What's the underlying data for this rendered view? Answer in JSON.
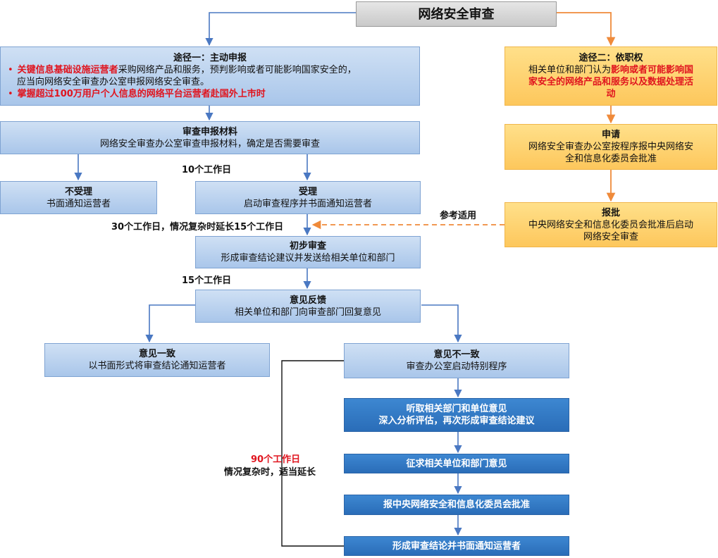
{
  "title": "网络安全审查",
  "route1": {
    "title": "途径一：主动申报",
    "b1_red": "关键信息基础设施运营者",
    "b1_rest": "采购网络产品和服务，预判影响或者可能影响国家安全的，",
    "b1_cont": "应当向网络安全审查办公室申报网络安全审查。",
    "b2_red": "掌握超过100万用户个人信息的网络平台运营者赴国外上市时"
  },
  "review_materials": {
    "title": "审查申报材料",
    "desc": "网络安全审查办公室审查申报材料，确定是否需要审查"
  },
  "label_10days": "10个工作日",
  "not_accepted": {
    "title": "不受理",
    "desc": "书面通知运营者"
  },
  "accepted": {
    "title": "受理",
    "desc": "启动审查程序并书面通知运营者"
  },
  "label_30days": "30个工作日，情况复杂时延长15个工作日",
  "prelim": {
    "title": "初步审查",
    "desc": "形成审查结论建议并发送给相关单位和部门"
  },
  "label_15days": "15个工作日",
  "feedback": {
    "title": "意见反馈",
    "desc": "相关单位和部门向审查部门回复意见"
  },
  "agree": {
    "title": "意见一致",
    "desc": "以书面形式将审查结论通知运营者"
  },
  "disagree": {
    "title": "意见不一致",
    "desc": "审查办公室启动特别程序"
  },
  "step_listen": {
    "line1": "听取相关部门和单位意见",
    "line2": "深入分析评估，再次形成审查结论建议"
  },
  "step_solicit": "征求相关单位和部门意见",
  "step_report": "报中央网络安全和信息化委员会批准",
  "step_conclude": "形成审查结论并书面通知运营者",
  "label_90days": "90个工作日",
  "label_90days_note": "情况复杂时，适当延长",
  "route2": {
    "title": "途径二：依职权",
    "text_prefix": "相关单位和部门认为",
    "text_red1": "影响或者可能影响国",
    "text_red2": "家安全的网络产品和服务以及数据处理活",
    "text_red3": "动"
  },
  "apply": {
    "title": "申请",
    "line1": "网络安全审查办公室按程序报中央网络安",
    "line2": "全和信息化委员会批准"
  },
  "approve": {
    "title": "报批",
    "line1": "中央网络安全和信息化委员会批准后启动",
    "line2": "网络安全审查"
  },
  "label_ref": "参考适用",
  "colors": {
    "blue_arrow": "#4a78c2",
    "orange_arrow": "#ef8a3a",
    "red_text": "#e0141e",
    "dark_box": "#2a6db8"
  }
}
